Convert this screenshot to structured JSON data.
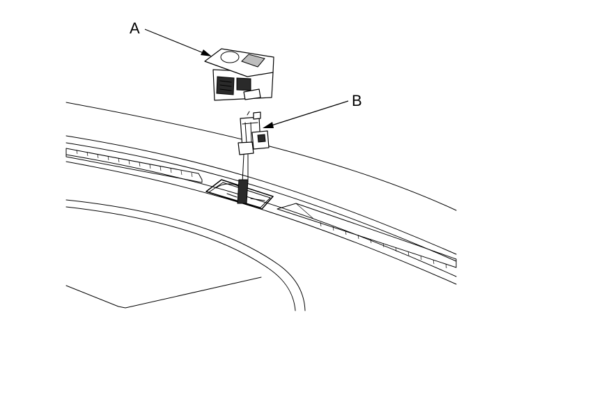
{
  "callouts": [
    {
      "id": "A",
      "label": "A"
    },
    {
      "id": "B",
      "label": "B"
    }
  ]
}
